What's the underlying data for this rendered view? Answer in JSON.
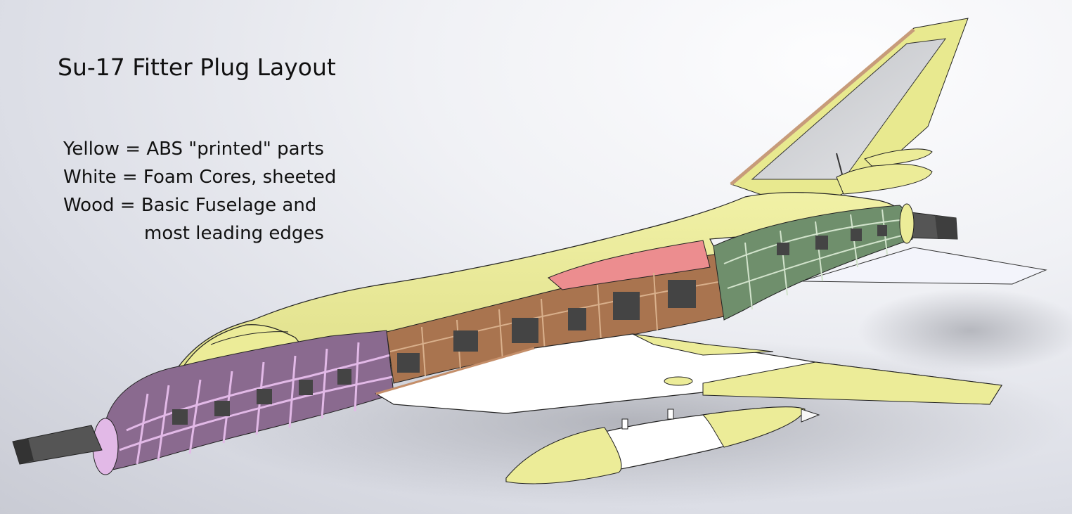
{
  "title": "Su-17 Fitter Plug Layout",
  "legend": {
    "yellow": "Yellow = ABS \"printed\" parts",
    "white": "White = Foam Cores, sheeted",
    "wood": "Wood = Basic Fuselage and",
    "wood_cont": "most leading edges"
  },
  "colors": {
    "abs_yellow": "#ecec98",
    "foam_white": "#ffffff",
    "wood_brown": "#a9744f",
    "nose_purple": "#8a6a8f",
    "aft_green": "#6f8f6c",
    "pink_panel": "#ec8d8f",
    "tube_gray": "#555555",
    "fin_gray": "#c9cbcf"
  }
}
